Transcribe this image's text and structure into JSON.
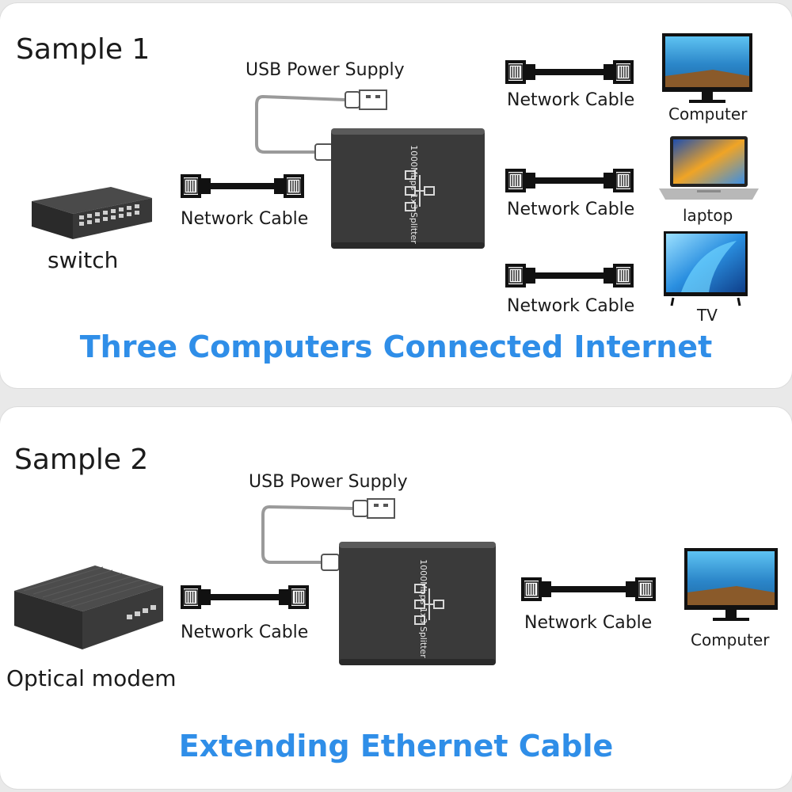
{
  "sample1": {
    "title": "Sample 1",
    "usb_label": "USB Power Supply",
    "switch_label": "switch",
    "input_cable_label": "Network Cable",
    "splitter_text": "1000Mbps 1x3 Splitter",
    "outputs": [
      {
        "cable_label": "Network Cable",
        "device_label": "Computer"
      },
      {
        "cable_label": "Network Cable",
        "device_label": "laptop"
      },
      {
        "cable_label": "Network Cable",
        "device_label": "TV"
      }
    ],
    "headline": "Three Computers Connected Internet"
  },
  "sample2": {
    "title": "Sample 2",
    "usb_label": "USB Power Supply",
    "modem_label": "Optical modem",
    "input_cable_label": "Network Cable",
    "splitter_text": "1000Mbps 1x3 Splitter",
    "output_cable_label": "Network Cable",
    "device_label": "Computer",
    "headline": "Extending Ethernet Cable"
  },
  "colors": {
    "headline": "#2f8ee8",
    "splitter": "#3a3a3a",
    "cable": "#111111"
  }
}
